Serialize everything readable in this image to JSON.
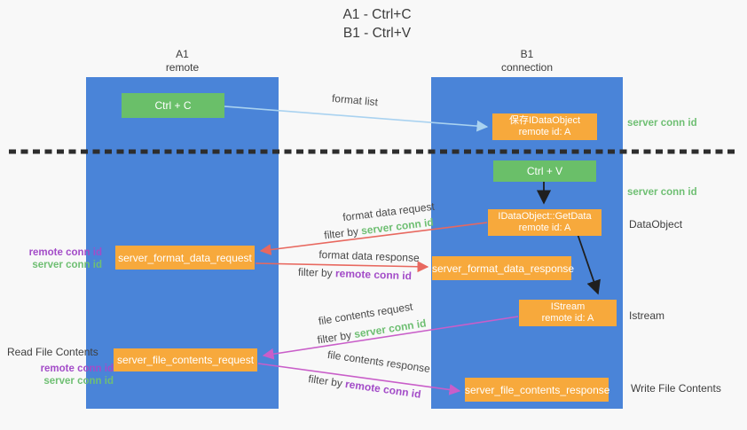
{
  "title": {
    "line1": "A1 - Ctrl+C",
    "line2": "B1 - Ctrl+V"
  },
  "lanes": {
    "left": {
      "title": "A1",
      "subtitle": "remote"
    },
    "right": {
      "title": "B1",
      "subtitle": "connection"
    }
  },
  "nodes": {
    "ctrl_c": {
      "label": "Ctrl + C"
    },
    "save_idataobject": {
      "line1": "保存IDataObject",
      "line2": "remote id: A"
    },
    "ctrl_v": {
      "label": "Ctrl + V"
    },
    "getdata": {
      "line1": "IDataObject::GetData",
      "line2": "remote id: A"
    },
    "format_request": {
      "label": "server_format_data_request"
    },
    "format_response": {
      "label": "server_format_data_response"
    },
    "istream": {
      "line1": "IStream",
      "line2": "remote id: A"
    },
    "file_request": {
      "label": "server_file_contents_request"
    },
    "file_response": {
      "label": "server_file_contents_response"
    }
  },
  "edge_labels": {
    "format_list": "format list",
    "format_request": {
      "line1": "format data request",
      "filter_prefix": "filter by ",
      "filter_value": "server conn id"
    },
    "format_response": {
      "line1": "format data response",
      "filter_prefix": "filter by ",
      "filter_value": "remote conn id"
    },
    "file_request": {
      "line1": "file contents request",
      "filter_prefix": "filter by ",
      "filter_value": "server conn id"
    },
    "file_response": {
      "line1": "file contents response",
      "filter_prefix": "filter by ",
      "filter_value": "remote conn id"
    }
  },
  "side_labels": {
    "server_conn_id_top": "server conn id",
    "server_conn_id_mid": "server conn id",
    "dataobject": "DataObject",
    "istream": "Istream",
    "write_file": "Write File Contents",
    "read_file": "Read File Contents",
    "format_remote_conn": "remote conn id",
    "format_server_conn": "server conn id",
    "file_remote_conn": "remote conn id",
    "file_server_conn": "server conn id"
  },
  "colors": {
    "background": "#f8f8f8",
    "lane_blue": "#4a84d8",
    "node_green": "#6abf69",
    "node_orange": "#f7a93c",
    "arrow_red": "#e8685f",
    "arrow_pink": "#c95ec9",
    "arrow_lightblue": "#a9d2f0",
    "arrow_black": "#1f1f1f",
    "text_green": "#6fbf73",
    "text_purple": "#a34cc8",
    "separator": "#2d2d2d"
  }
}
